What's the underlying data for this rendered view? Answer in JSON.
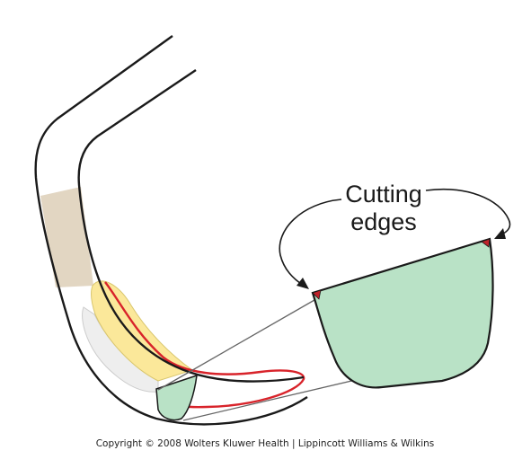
{
  "labels": {
    "cutting_edges_line1": "Cutting",
    "cutting_edges_line2": "edges"
  },
  "copyright": "Copyright © 2008 Wolters Kluwer Health | Lippincott Williams & Wilkins",
  "colors": {
    "outline": "#1a1a1a",
    "shank_band": "#e2d6c2",
    "yellow_layer": "#fbe89a",
    "white_layer": "#eeeeee",
    "blade_face": "#b9e2c6",
    "blade_edge_red": "#d8232a",
    "edge_marker": "#c0222a",
    "leader_line": "#666666"
  }
}
